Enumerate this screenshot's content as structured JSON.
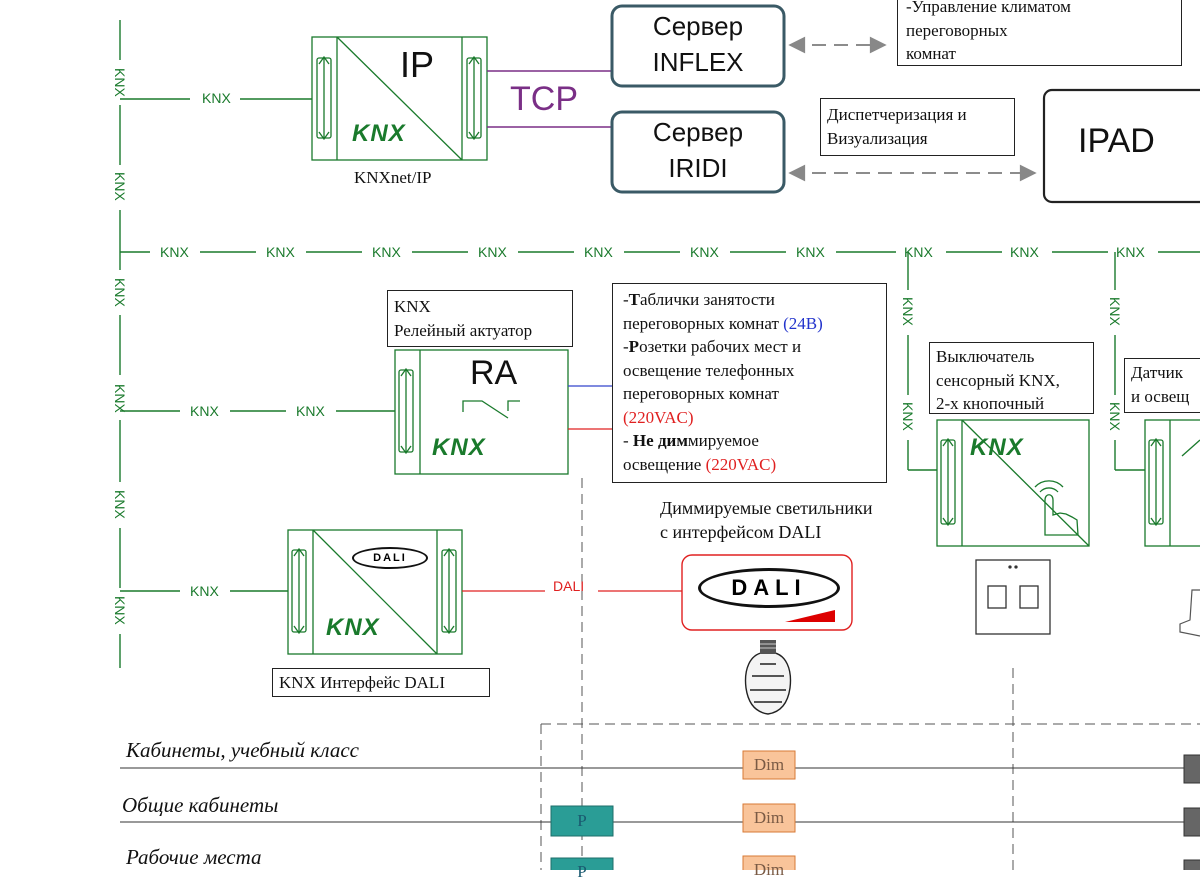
{
  "bus_labels": {
    "knx": "KNX",
    "tcp": "TCP",
    "dali": "DALI"
  },
  "devices": {
    "ip_gateway": {
      "title": "IP",
      "caption": "KNXnet/IP"
    },
    "relay_actuator": {
      "title": "RA",
      "caption_line1": "KNX",
      "caption_line2": "Релейный актуатор"
    },
    "dali_interface": {
      "caption": "KNX Интерфейс DALI"
    },
    "dali_lamp": {
      "caption_line1": "Диммируемые светильники",
      "caption_line2": "с интерфейсом DALI",
      "logo": "DALI"
    },
    "switch": {
      "caption_line1": "Выключатель",
      "caption_line2": "сенсорный KNX,",
      "caption_line3": "2-х кнопочный"
    },
    "sensor": {
      "caption_line1": "Датчик",
      "caption_line2": "и освещ"
    },
    "logo_text": "KNX",
    "dali_logo": "DALI"
  },
  "servers": {
    "inflex": {
      "line1": "Сервер",
      "line2": "INFLEX"
    },
    "iridi": {
      "line1": "Сервер",
      "line2": "IRIDI"
    },
    "ipad": {
      "label": "IPAD"
    }
  },
  "notes": {
    "climate": {
      "line1": "-Управление климатом",
      "line2": "переговорных",
      "line3": "комнат"
    },
    "dispatch": {
      "line1": "Диспетчеризация и",
      "line2": "Визуализация"
    },
    "relay_notes": {
      "l1a": "-",
      "l1b": "Т",
      "l1c": "аблички занятости",
      "l2a": "переговорных комнат ",
      "l2b": "(24В)",
      "l3a": "-",
      "l3b": "Р",
      "l3c": "озетки рабочих мест и",
      "l4": "освещение телефонных",
      "l5": "переговорных комнат",
      "l6": "(220VAC)",
      "l7a": "- ",
      "l7b": "Не дим",
      "l7c": "мируемое",
      "l8a": "освещение ",
      "l8b": "(220VAC)"
    }
  },
  "zones": {
    "row1": {
      "label": "Кабинеты, учебный класс",
      "dim": "Dim"
    },
    "row2": {
      "label": "Общие кабинеты",
      "p": "P",
      "dim": "Dim"
    },
    "row3": {
      "label": "Рабочие места",
      "p": "P",
      "dim": "Dim"
    }
  },
  "colors": {
    "knx_green": "#1a7a2c",
    "tcp_purple": "#7a2f86",
    "dali_red": "#e02020",
    "relay_blue": "#2233cc",
    "dim_orange": "#f0a060",
    "p_teal": "#2a9d96"
  }
}
